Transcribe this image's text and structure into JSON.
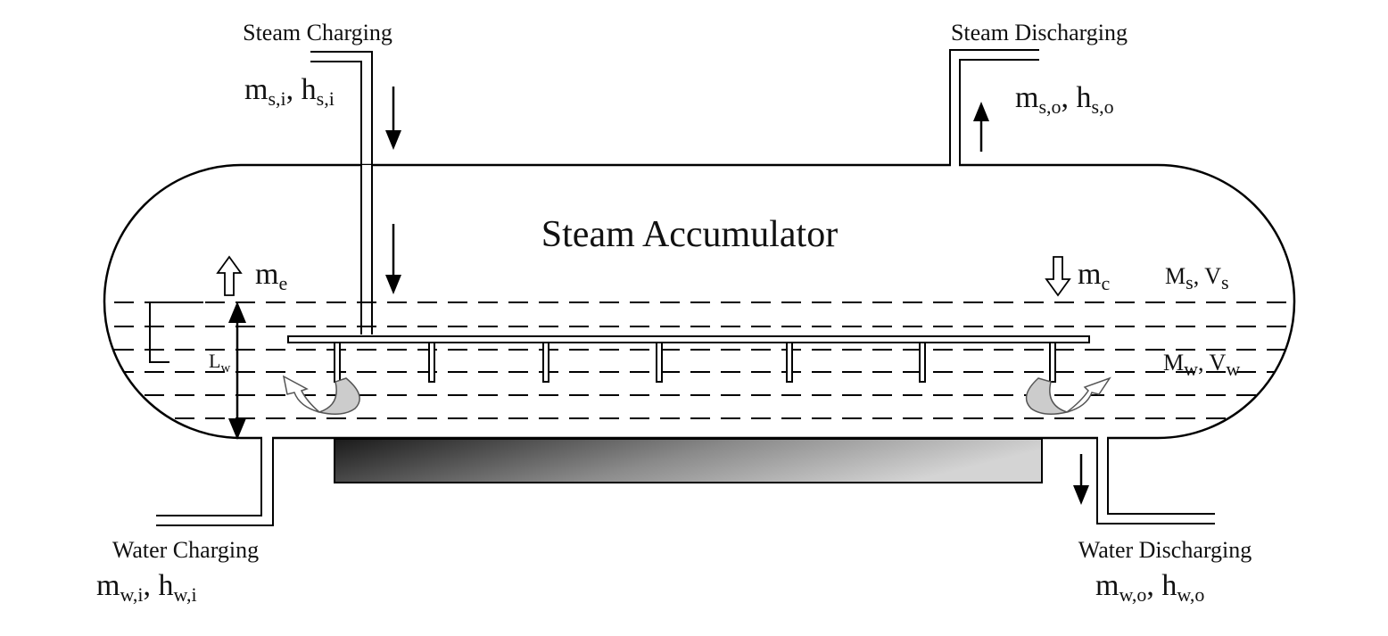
{
  "title": "Steam Accumulator",
  "inlets_outlets": {
    "steam_charging": {
      "label": "Steam Charging",
      "m": "m",
      "m_sub": "s,i",
      "h": "h",
      "h_sub": "s,i"
    },
    "steam_discharging": {
      "label": "Steam Discharging",
      "m": "m",
      "m_sub": "s,o",
      "h": "h",
      "h_sub": "s,o"
    },
    "water_charging": {
      "label": "Water Charging",
      "m": "m",
      "m_sub": "w,i",
      "h": "h",
      "h_sub": "w,i"
    },
    "water_discharging": {
      "label": "Water Discharging",
      "m": "m",
      "m_sub": "w,o",
      "h": "h",
      "h_sub": "w,o"
    }
  },
  "internal": {
    "evaporation": {
      "sym": "m",
      "sub": "e"
    },
    "condensation": {
      "sym": "m",
      "sub": "c"
    },
    "steam_region": {
      "m": "M",
      "m_sub": "s",
      "v": "V",
      "v_sub": "s"
    },
    "water_region": {
      "m": "M",
      "m_sub": "w",
      "v": "V",
      "v_sub": "w"
    },
    "level": {
      "sym": "L",
      "sub": "w"
    }
  },
  "separator": ", "
}
